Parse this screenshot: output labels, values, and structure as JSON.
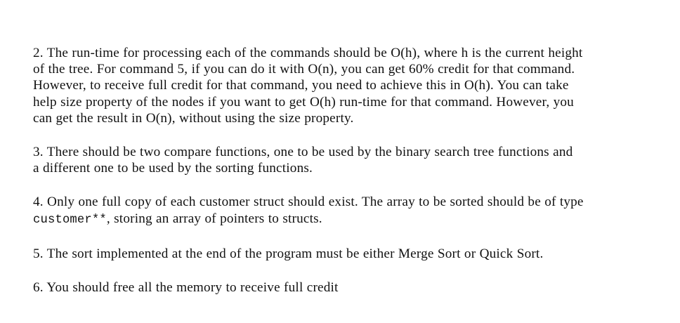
{
  "document": {
    "background_color": "#ffffff",
    "text_color": "#111111",
    "paragraphs": [
      {
        "number": "2",
        "id": "requirement-2",
        "lines": [
          "2. The run-time for processing each of the commands should be O(h), where h is the current height",
          "of the tree. For command 5, if you can do it with O(n), you can get 60% credit for that command.",
          "However, to receive full credit for that command, you need to achieve this in O(h). You can take",
          "help size property of the nodes if you want to get O(h) run-time for that command. However, you",
          "can get the result in O(n), without using the size property."
        ]
      },
      {
        "number": "3",
        "id": "requirement-3",
        "lines": [
          "3. There should be two compare functions, one to be used by the binary search tree functions and",
          "a different one to be used by the sorting functions."
        ]
      },
      {
        "number": "4",
        "id": "requirement-4",
        "lines": [
          "4. Only one full copy of each customer struct should exist. The array to be sorted should be of type"
        ],
        "line2_mono": "customer**",
        "line2_rest": ", storing an array of pointers to structs."
      },
      {
        "number": "5",
        "id": "requirement-5",
        "lines": [
          "5. The sort implemented at the end of the program must be either Merge Sort or Quick Sort."
        ]
      },
      {
        "number": "6",
        "id": "requirement-6",
        "lines": [
          "6. You should free all the memory to receive full credit"
        ]
      }
    ]
  }
}
